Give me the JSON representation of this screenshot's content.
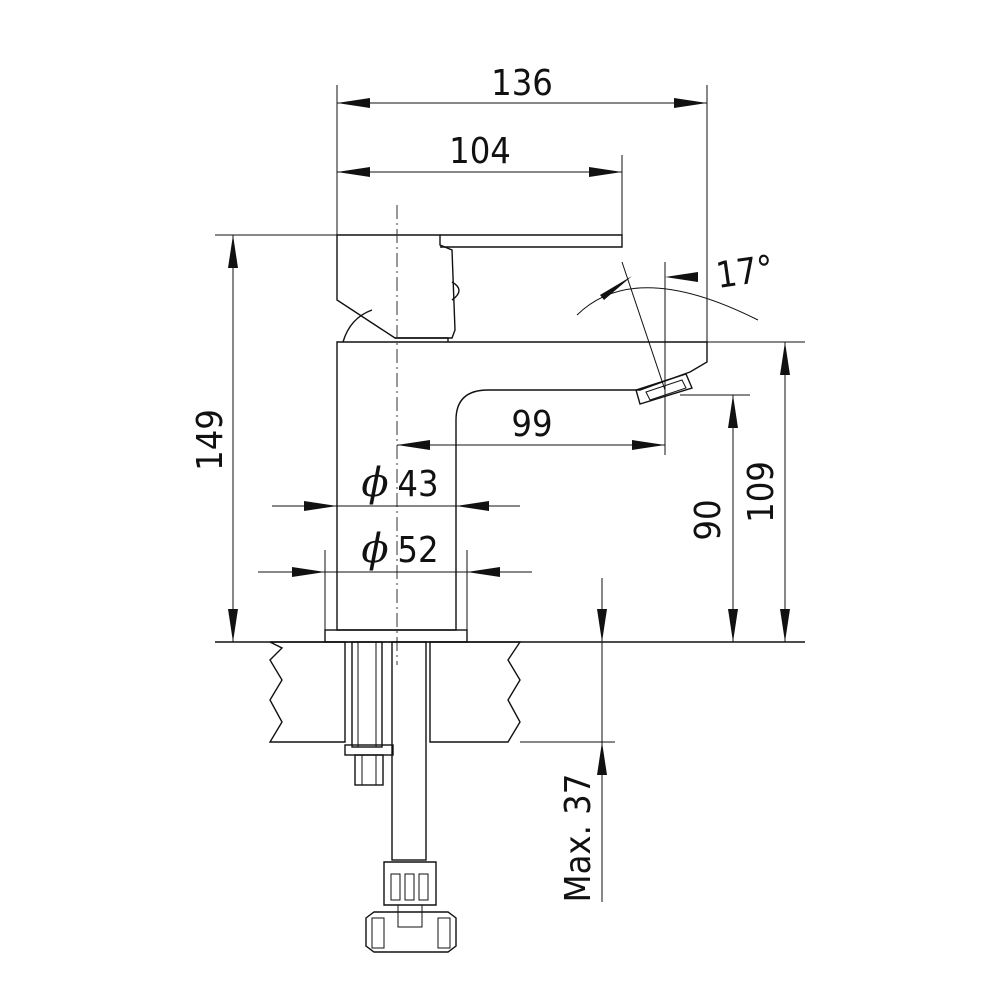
{
  "dimensions": {
    "overall_width": "136",
    "lever_length": "104",
    "total_height": "149",
    "tilt_angle": "17°",
    "spout_reach": "99",
    "body_diameter_symbol": "ϕ",
    "body_diameter": "43",
    "base_diameter_symbol": "ϕ",
    "base_diameter": "52",
    "spout_height": "90",
    "spout_top_height": "109",
    "max_countertop": "Max. 37"
  }
}
